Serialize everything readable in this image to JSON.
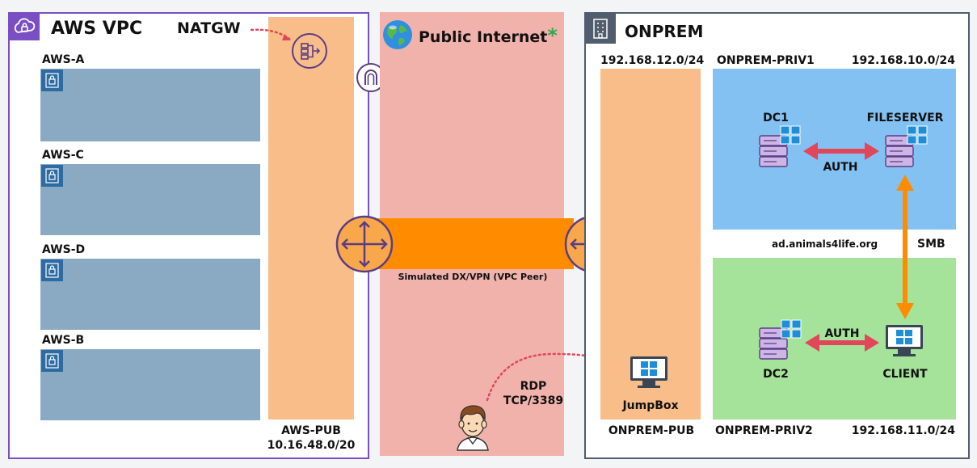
{
  "aws": {
    "title": "AWS VPC",
    "natgw": "NATGW",
    "subnets": [
      "AWS-A",
      "AWS-C",
      "AWS-D",
      "AWS-B"
    ],
    "pub_name": "AWS-PUB",
    "pub_cidr": "10.16.48.0/20"
  },
  "internet": {
    "title": "Public Internet",
    "asterisk": "*",
    "link_label": "Simulated DX/VPN (VPC Peer)",
    "rdp_line1": "RDP",
    "rdp_line2": "TCP/3389"
  },
  "onprem": {
    "title": "ONPREM",
    "pub_cidr": "192.168.12.0/24",
    "pub_name": "ONPREM-PUB",
    "jumpbox": "JumpBox",
    "priv1_name": "ONPREM-PRIV1",
    "priv1_cidr": "192.168.10.0/24",
    "dc1": "DC1",
    "fileserver": "FILESERVER",
    "auth1": "AUTH",
    "domain": "ad.animals4life.org",
    "smb": "SMB",
    "dc2": "DC2",
    "client": "CLIENT",
    "auth2": "AUTH",
    "priv2_name": "ONPREM-PRIV2",
    "priv2_cidr": "192.168.11.0/24"
  },
  "colors": {
    "vpc_border": "#7b4fc4",
    "onprem_border": "#4f5d6e",
    "public_subnet": "#f8bd88",
    "internet": "#f2b2ac",
    "private_subnet": "#8aaac4",
    "priv1": "#84c1f3",
    "priv2": "#a5e29a",
    "link": "#ff8c00",
    "auth_arrow": "#e0475b",
    "router": "#5a3d86",
    "rdp_dotted": "#e0475b"
  },
  "icons": [
    "cloud-lock-icon",
    "nat-gateway-icon",
    "internet-gateway-icon",
    "globe-icon",
    "building-icon",
    "lock-icon",
    "router-icon",
    "server-icon",
    "windows-icon",
    "monitor-icon",
    "user-avatar-icon"
  ]
}
